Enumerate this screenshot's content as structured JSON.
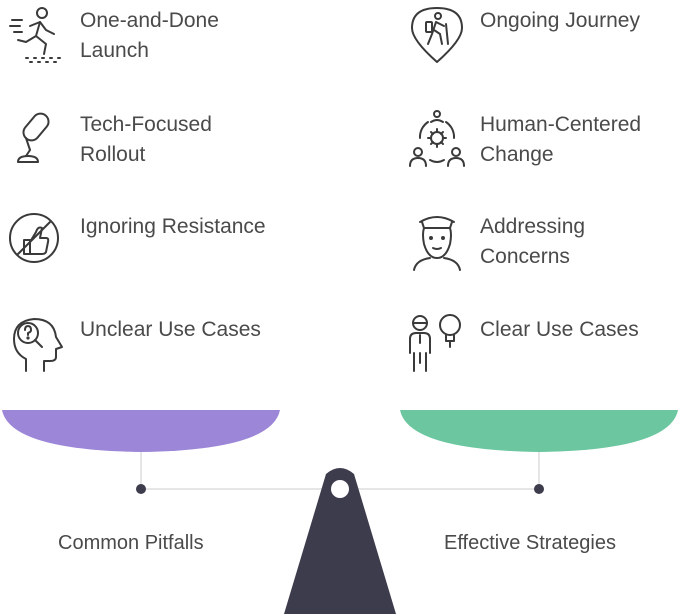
{
  "pitfalls": {
    "title": "Common Pitfalls",
    "color": "#9b86d8",
    "items": [
      {
        "label": "One-and-Done Launch",
        "icon": "running-leap-icon"
      },
      {
        "label": "Tech-Focused Rollout",
        "icon": "microphone-stand-icon"
      },
      {
        "label": "Ignoring Resistance",
        "icon": "no-thumbs-up-icon"
      },
      {
        "label": "Unclear Use Cases",
        "icon": "confused-head-icon"
      }
    ]
  },
  "strategies": {
    "title": "Effective Strategies",
    "color": "#6cc7a1",
    "items": [
      {
        "label": "Ongoing Journey",
        "icon": "hiker-location-pin-icon"
      },
      {
        "label": "Human-Centered Change",
        "icon": "people-gear-icon"
      },
      {
        "label": "Addressing Concerns",
        "icon": "worker-face-icon"
      },
      {
        "label": "Clear Use Cases",
        "icon": "person-lightbulb-icon"
      }
    ]
  },
  "colors": {
    "fulcrum": "#3d3c4c",
    "beam": "#e6e6e6",
    "icon_stroke": "#3a3a3a"
  }
}
